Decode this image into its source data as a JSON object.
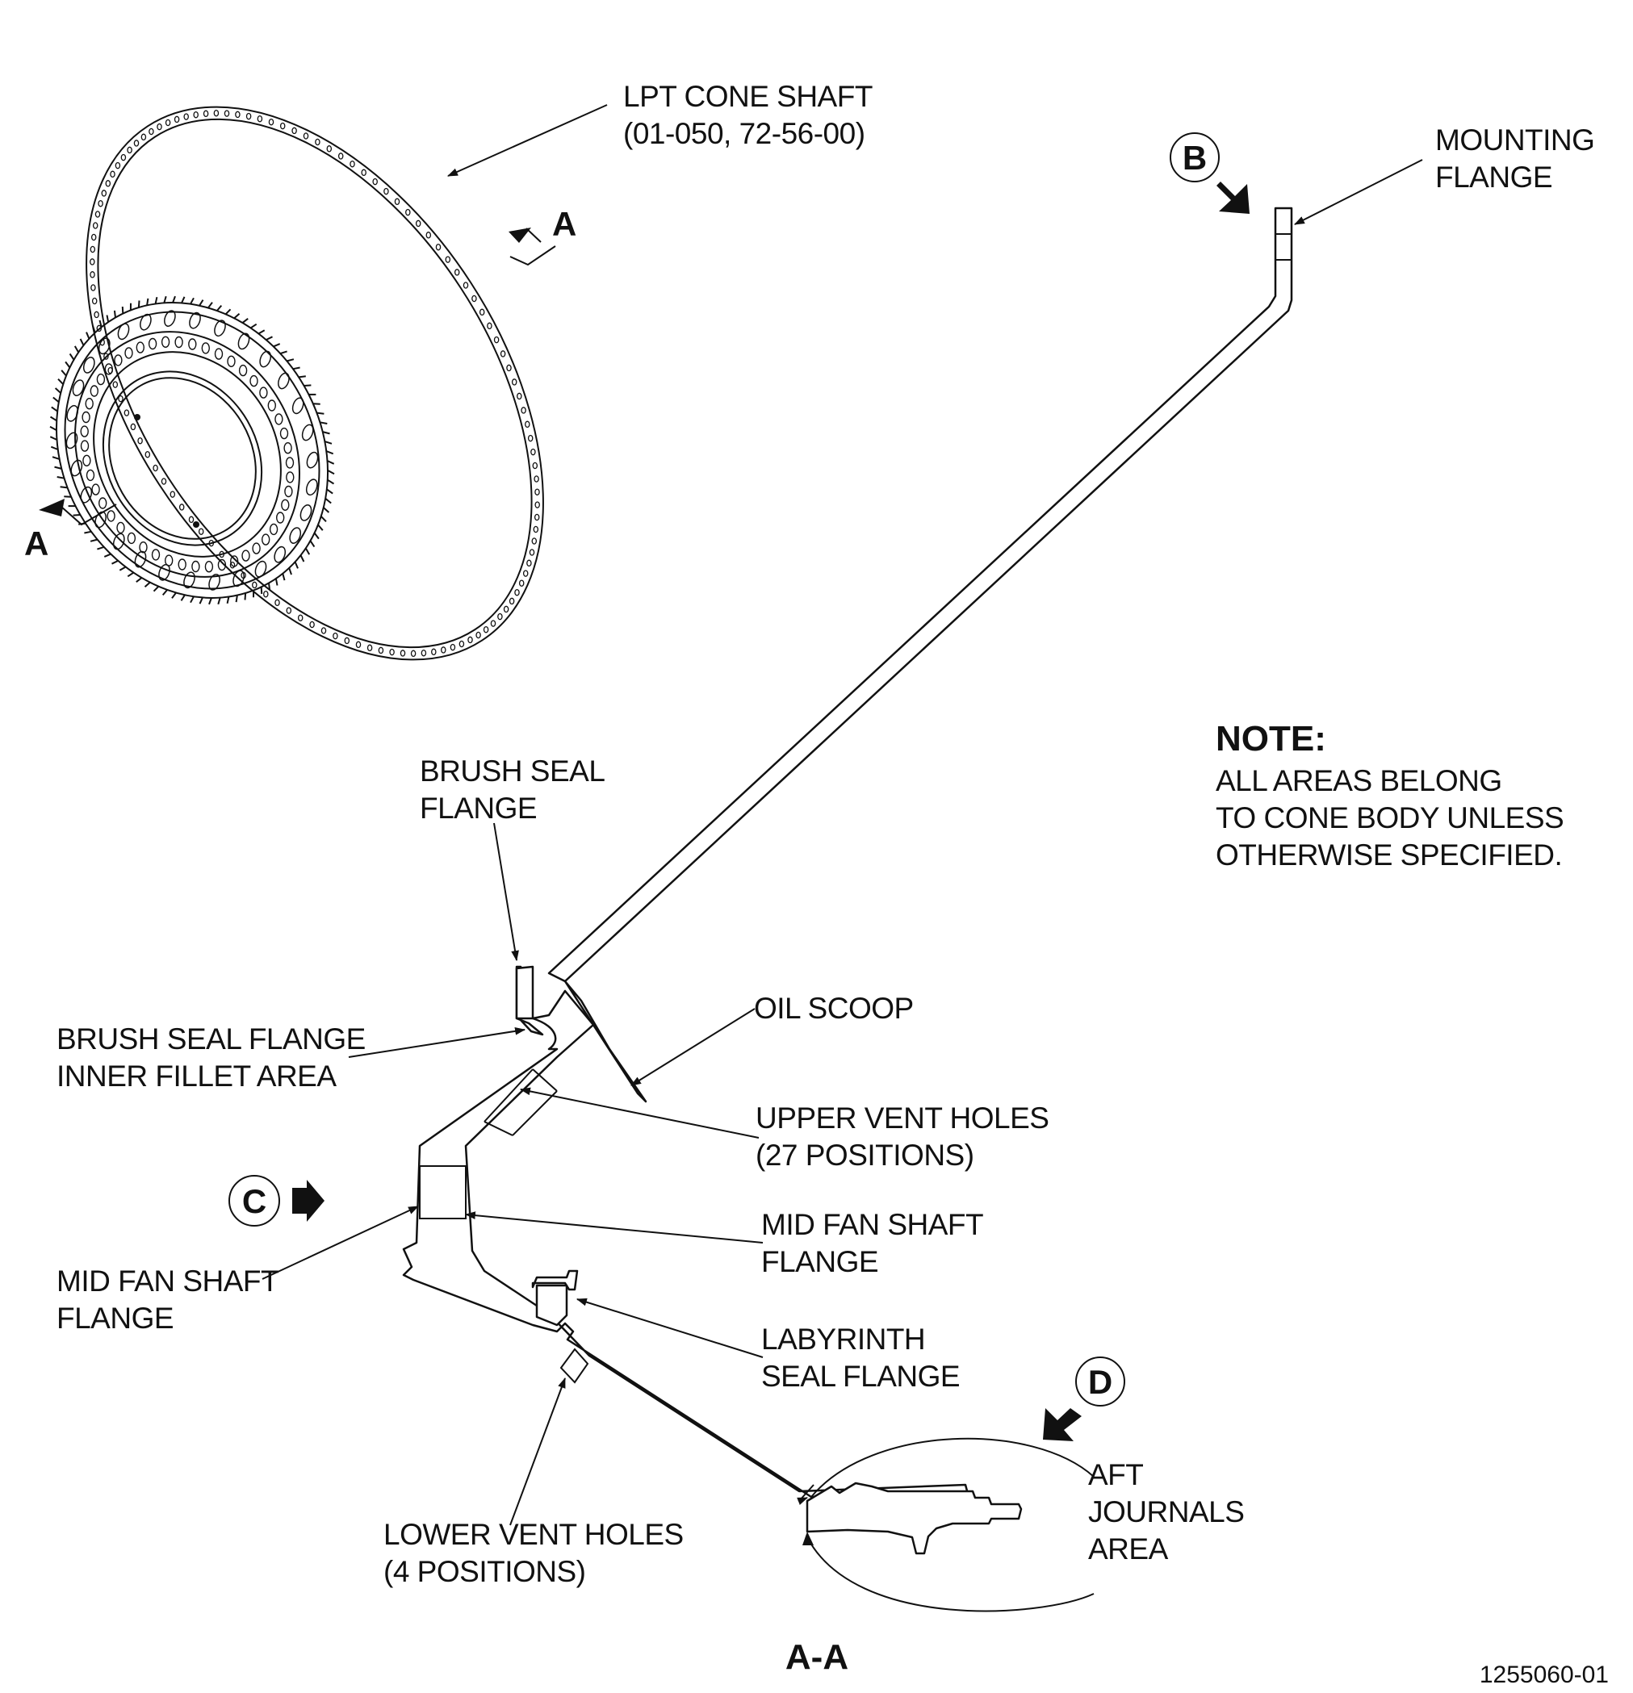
{
  "labels": {
    "lpt_cone_shaft": [
      "LPT CONE SHAFT",
      "(01-050, 72-56-00)"
    ],
    "mounting_flange": [
      "MOUNTING",
      "FLANGE"
    ],
    "brush_seal_flange": [
      "BRUSH SEAL",
      "FLANGE"
    ],
    "brush_seal_fillet": [
      "BRUSH SEAL FLANGE",
      "INNER FILLET AREA"
    ],
    "oil_scoop": [
      "OIL SCOOP"
    ],
    "upper_vent_holes": [
      "UPPER VENT HOLES",
      "(27 POSITIONS)"
    ],
    "mid_fan_shaft_flange_right": [
      "MID FAN SHAFT",
      "FLANGE"
    ],
    "mid_fan_shaft_flange_left": [
      "MID FAN SHAFT",
      "FLANGE"
    ],
    "labyrinth_seal_flange": [
      "LABYRINTH",
      "SEAL FLANGE"
    ],
    "lower_vent_holes": [
      "LOWER VENT HOLES",
      "(4 POSITIONS)"
    ],
    "aft_journals_area": [
      "AFT",
      "JOURNALS",
      "AREA"
    ]
  },
  "note": {
    "heading": "NOTE:",
    "lines": [
      "ALL AREAS BELONG",
      "TO CONE BODY UNLESS",
      "OTHERWISE SPECIFIED."
    ]
  },
  "view_callouts": {
    "b": "B",
    "c": "C",
    "d": "D"
  },
  "section_marks": {
    "upper": "A",
    "lower": "A"
  },
  "section_title": "A-A",
  "figure_number": "1255060-01"
}
